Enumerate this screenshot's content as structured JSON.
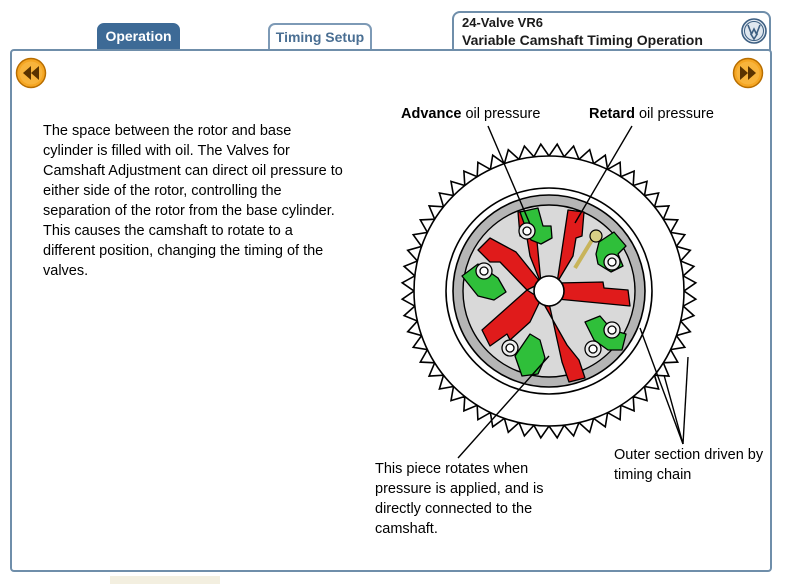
{
  "tabs": [
    {
      "label": "Operation",
      "active": true
    },
    {
      "label": "Timing Setup",
      "active": false
    }
  ],
  "header": {
    "line1": "24-Valve VR6",
    "line2": "Variable Camshaft Timing Operation",
    "logo_icon": "vw-logo-icon"
  },
  "navigation": {
    "prev_icon": "rewind-icon",
    "next_icon": "fast-forward-icon"
  },
  "main": {
    "description": "The space between the rotor and base cylinder is filled with oil. The Valves for Camshaft Adjustment can direct oil pressure to either side of the rotor, controlling the separation of the rotor from the base cylinder. This causes the camshaft to rotate to a different position, changing the timing of the valves."
  },
  "diagram": {
    "advance_bold": "Advance",
    "advance_rest": " oil pressure",
    "retard_bold": "Retard",
    "retard_rest": " oil pressure",
    "rotor_label": "This piece rotates when pressure is applied, and is directly connected to the camshaft.",
    "outer_label": "Outer section driven by timing chain"
  },
  "colors": {
    "accent": "#3d6a96",
    "advance": "#2fbf3a",
    "retard": "#e01b1b",
    "button": "#f5a623"
  }
}
